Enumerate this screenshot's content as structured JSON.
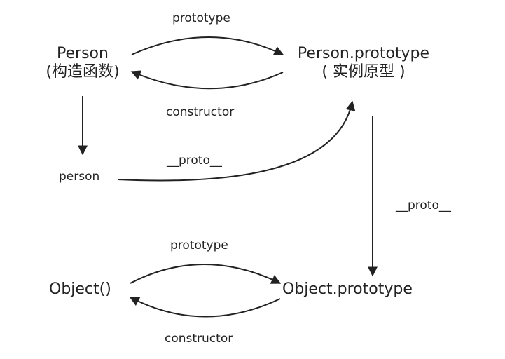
{
  "nodes": {
    "person_constructor": {
      "name": "Person",
      "subtitle": "(构造函数)"
    },
    "person_prototype": {
      "name": "Person.prototype",
      "subtitle": "( 实例原型 )"
    },
    "person_instance": {
      "name": "person"
    },
    "object_constructor": {
      "name": "Object()"
    },
    "object_prototype": {
      "name": "Object.prototype"
    }
  },
  "edges": {
    "prototype_top": "prototype",
    "constructor_top": "constructor",
    "proto_person": "__proto__",
    "proto_chain": "__proto__",
    "prototype_bottom": "prototype",
    "constructor_bottom": "constructor"
  },
  "colors": {
    "line": "#222222",
    "background": "#ffffff"
  }
}
